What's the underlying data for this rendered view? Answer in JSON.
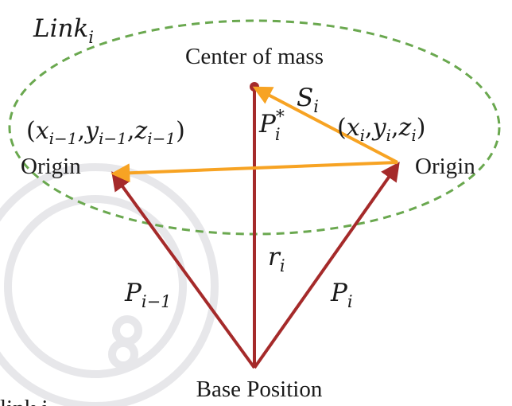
{
  "title_label": {
    "base": "Link",
    "sub": "i"
  },
  "center_of_mass_label": "Center of mass",
  "origin_left_label": "Origin",
  "origin_right_label": "Origin",
  "coord_left": {
    "x": "x",
    "x_sub": "i−1",
    "y": "y",
    "y_sub": "i−1",
    "z": "z",
    "z_sub": "i−1"
  },
  "coord_right": {
    "x": "x",
    "x_sub": "i",
    "y": "y",
    "y_sub": "i",
    "z": "z",
    "z_sub": "i"
  },
  "vector_s": {
    "base": "S",
    "sub": "i"
  },
  "vector_pstar": {
    "base": "P",
    "sup": "*",
    "sub": "i"
  },
  "vector_r": {
    "base": "r",
    "sub": "i"
  },
  "vector_pim1": {
    "base": "P",
    "sub": "i−1"
  },
  "vector_pi": {
    "base": "P",
    "sub": "i"
  },
  "base_position_label": "Base Position",
  "partial_bottom_text": "link i",
  "colors": {
    "ellipse": "#6aa84f",
    "red_vector": "#a52a2a",
    "orange_vector": "#f7a323",
    "text": "#1a1a1a"
  }
}
